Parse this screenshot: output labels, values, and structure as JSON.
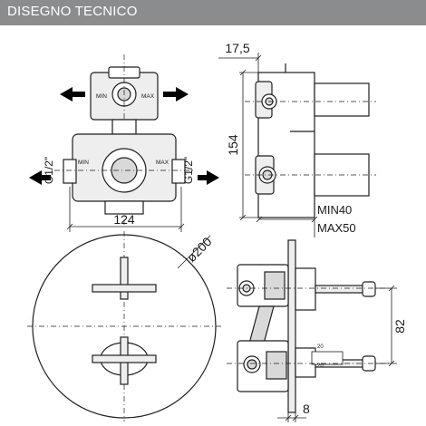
{
  "header": {
    "title": "DISEGNO TECNICO"
  },
  "top_view": {
    "min_label_top": "MIN",
    "max_label_top": "MAX",
    "min_label_bottom": "MIN",
    "max_label_bottom": "MAX",
    "port_left": "G1/2\"",
    "port_right": "G1/2\"",
    "width_dim": "124"
  },
  "side_view": {
    "depth_dim": "17,5",
    "height_dim": "154",
    "min_depth": "MIN40",
    "max_depth": "MAX50"
  },
  "front_view": {
    "diameter": "ø200"
  },
  "assembly_view": {
    "spacing_dim": "82",
    "plate_dim": "8",
    "scale_small_1": "20",
    "scale_small_2": "20"
  },
  "colors": {
    "header": "#8a8c8e",
    "line": "#1f1f1f",
    "arrow": "#000000",
    "valve_fill": "#d9d9d9"
  }
}
